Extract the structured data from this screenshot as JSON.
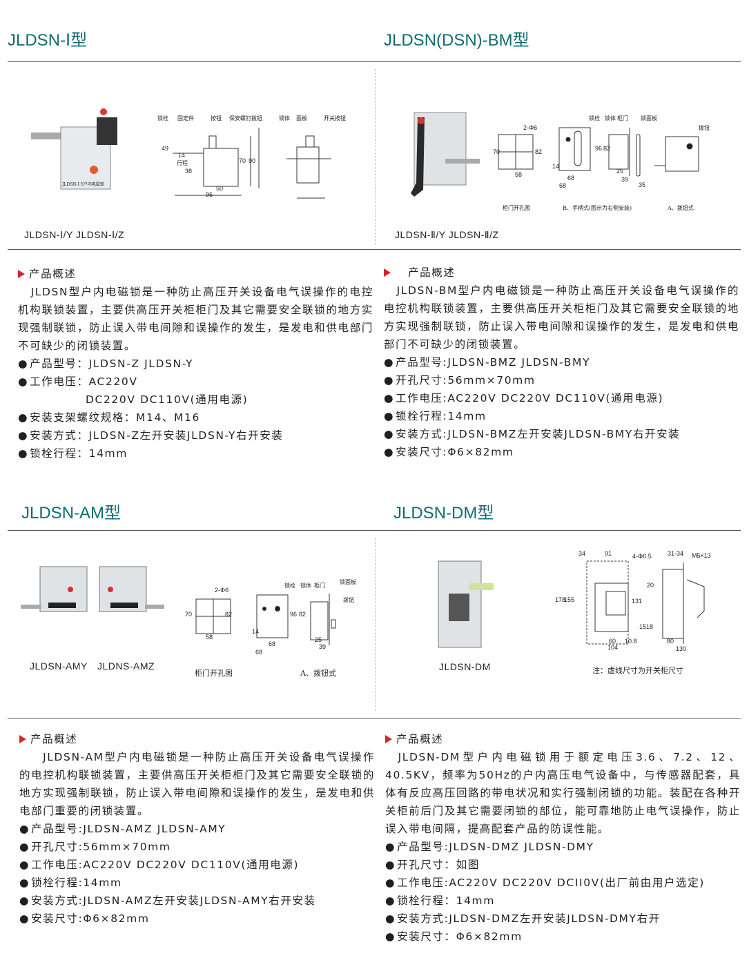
{
  "products": [
    {
      "title": "JLDSN-Ⅰ型",
      "caption": "JLDSN-Ⅰ/Y   JLDSN-Ⅰ/Z",
      "diagram_labels": [
        "锁栓",
        "固定件",
        "按钮",
        "保安螺钉拨钮",
        "锁体",
        "面板",
        "开关按钮",
        "行程"
      ],
      "dims": [
        "49",
        "14",
        "38",
        "50",
        "96",
        "70",
        "90"
      ],
      "photo_label": "JLDSN-Ⅰ Y户内电磁锁",
      "overview_heading": "产品概述",
      "overview": "JLDSN型户内电磁锁是一种防止高压开关设备电气误操作的电控机构联锁装置，主要供高压开关柜柜门及其它需要安全联锁的地方实现强制联锁，防止误入带电间隙和误操作的发生，是发电和供电部门不可缺少的闭锁装置。",
      "specs": [
        "产品型号：JLDSN-Z  JLDSN-Y",
        "工作电压：AC220V",
        "安装支架螺纹规格：M14、M16",
        "安装方式：JLDSN-Z左开安装JLDSN-Y右开安装",
        "锁栓行程：14mm"
      ],
      "spec_extra": "DC220V DC110V(通用电源)"
    },
    {
      "title": "JLDSN(DSN)-BM型",
      "caption": "JLDSN-Ⅱ/Y   JLDSN-Ⅱ/Z",
      "diagram_labels": [
        "锁栓",
        "锁体",
        "柜门",
        "锁面板",
        "拨钮",
        "柜门开孔图",
        "B、手柄式(图示为右侧安装)",
        "A、拨钮式"
      ],
      "dims": [
        "2-Φ6",
        "70",
        "82",
        "58",
        "14",
        "68",
        "68",
        "96",
        "82",
        "25",
        "39",
        "35"
      ],
      "overview_heading": "产品概述",
      "overview": "JLDSN-BM型户内电磁锁是一种防止高压开关设备电气误操作的电控机构联锁装置，主要供高压开关柜柜门及其它需要安全联锁的地方实现强制联锁，防止误入带电间隙和误操作的发生，是发电和供电部门不可缺少的闭锁装置。",
      "specs": [
        "产品型号:JLDSN-BMZ  JLDSN-BMY",
        "开孔尺寸:56mm×70mm",
        "工作电压:AC220V DC220V DC110V(通用电源)",
        "锁栓行程:14mm",
        "安装方式:JLDSN-BMZ左开安装JLDSN-BMY右开安装",
        "安装尺寸:Φ6×82mm"
      ]
    },
    {
      "title": "JLDSN-AM型",
      "caption_left": "JLDSN-AMY",
      "caption_right": "JLDNS-AMZ",
      "diagram_labels": [
        "锁栓",
        "锁体",
        "柜门",
        "锁面板",
        "拨钮",
        "柜门开孔图",
        "A、拨钮式"
      ],
      "dims": [
        "2-Φ6",
        "70",
        "82",
        "58",
        "14",
        "68",
        "68",
        "96",
        "82",
        "25",
        "39"
      ],
      "overview_heading": "产品概述",
      "overview": "JLDSN-AM型户内电磁锁是一种防止高压开关设备电气误操作的电控机构联锁装置，主要供高压开关柜柜门及其它需要安全联锁的地方实现强制联锁，防止误入带电间隙和误操作的发生，是发电和供电部门重要的闭锁装置。",
      "specs": [
        "产品型号:JLDSN-AMZ  JLDSN-AMY",
        "开孔尺寸:56mm×70mm",
        "工作电压:AC220V DC220V DC110V(通用电源)",
        "锁栓行程:14mm",
        "安装方式:JLDSN-AMZ左开安装JLDSN-AMY右开安装",
        "安装尺寸:Φ6×82mm"
      ]
    },
    {
      "title": "JLDSN-DM型",
      "caption": "JLDSN-DM",
      "note": "注：虚线尺寸为开关柜尺寸",
      "dims": [
        "34",
        "91",
        "4-Φ6.5",
        "31-34",
        "M5×13",
        "178",
        "155",
        "131",
        "20",
        "1518",
        "60",
        "10.8",
        "104",
        "80",
        "130"
      ],
      "overview_heading": "产品概述",
      "overview": "JLDSN-DM型户内电磁锁用于额定电压3.6、7.2、12、40.5KV，频率为50Hz的户内高压电气设备中，与传感器配套，具体有反应高压回路的带电状况和实行强制闭锁的功能。装配在各种开关柜前后门及其它需要闭锁的部位，能可靠地防止电气误操作，防止误入带电间隔，提高配套产品的防误性能。",
      "specs": [
        "产品型号:JLDSN-DMZ  JLDSN-DMY",
        "开孔尺寸：如图",
        "工作电压:AC220V DC220V DCII0V(出厂前由用户选定)",
        "锁栓行程：14mm",
        "安装方式:JLDSN-DMZ左开安装JLDSN-DMY右开",
        "安装尺寸：Φ6×82mm"
      ]
    }
  ],
  "colors": {
    "title": "#0f6b73",
    "arrow": "#d6262b"
  }
}
